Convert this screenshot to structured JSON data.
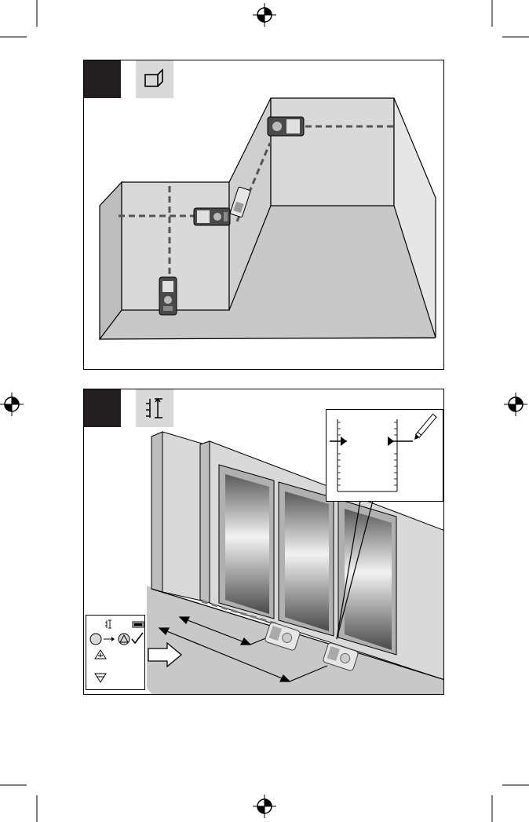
{
  "page": {
    "background": "#ffffff",
    "line_color": "#000000",
    "wall_color": "#d9d9d9",
    "wall_dark_color": "#bdbdbd",
    "floor_color": "#c8c8c8",
    "badge_color": "#231f20",
    "icon_box_color": "#d9d9d9"
  },
  "figure_top": {
    "badge": "",
    "mode_icon": "wall-area-mode-icon",
    "devices": [
      "laser-measure-device",
      "laser-measure-device",
      "laser-measure-device",
      "laser-measure-device"
    ]
  },
  "figure_bottom": {
    "badge": "",
    "mode_icon": "stakeout-mode-icon",
    "inset": {
      "mode_icon": "stakeout-mode-icon",
      "battery_icon": "battery-icon",
      "step_icons": [
        "circle-button-icon",
        "arrow-right-icon",
        "up-triangle-button-icon",
        "check-icon",
        "up-triangle-icon",
        "down-triangle-icon"
      ]
    },
    "callout_tool": "pencil-icon"
  }
}
